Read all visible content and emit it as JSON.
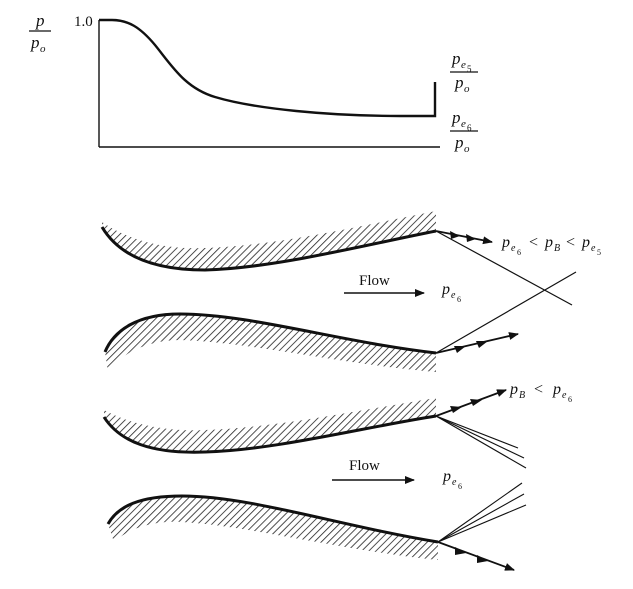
{
  "chart": {
    "y_label_num": "p",
    "y_label_den": "p",
    "y_label_den_sub": "o",
    "y_tick": "1.0",
    "level_high_num": "p",
    "level_high_sub": "e",
    "level_high_subsub": "5",
    "level_high_den": "p",
    "level_high_den_sub": "o",
    "level_low_num": "p",
    "level_low_sub": "e",
    "level_low_subsub": "6",
    "level_low_den": "p",
    "level_low_den_sub": "o"
  },
  "nozzle_top": {
    "condition_p1": "p",
    "condition_p1_sub": "e",
    "condition_p1_subsub": "6",
    "condition_lt1": "<",
    "condition_pb": "p",
    "condition_pb_sub": "B",
    "condition_lt2": "<",
    "condition_p2": "p",
    "condition_p2_sub": "e",
    "condition_p2_subsub": "5",
    "flow_label": "Flow",
    "exit_p": "p",
    "exit_sub": "e",
    "exit_subsub": "6"
  },
  "nozzle_bottom": {
    "condition_pb": "p",
    "condition_pb_sub": "B",
    "condition_lt": "<",
    "condition_p": "p",
    "condition_p_sub": "e",
    "condition_p_subsub": "6",
    "flow_label": "Flow",
    "exit_p": "p",
    "exit_sub": "e",
    "exit_subsub": "6"
  }
}
